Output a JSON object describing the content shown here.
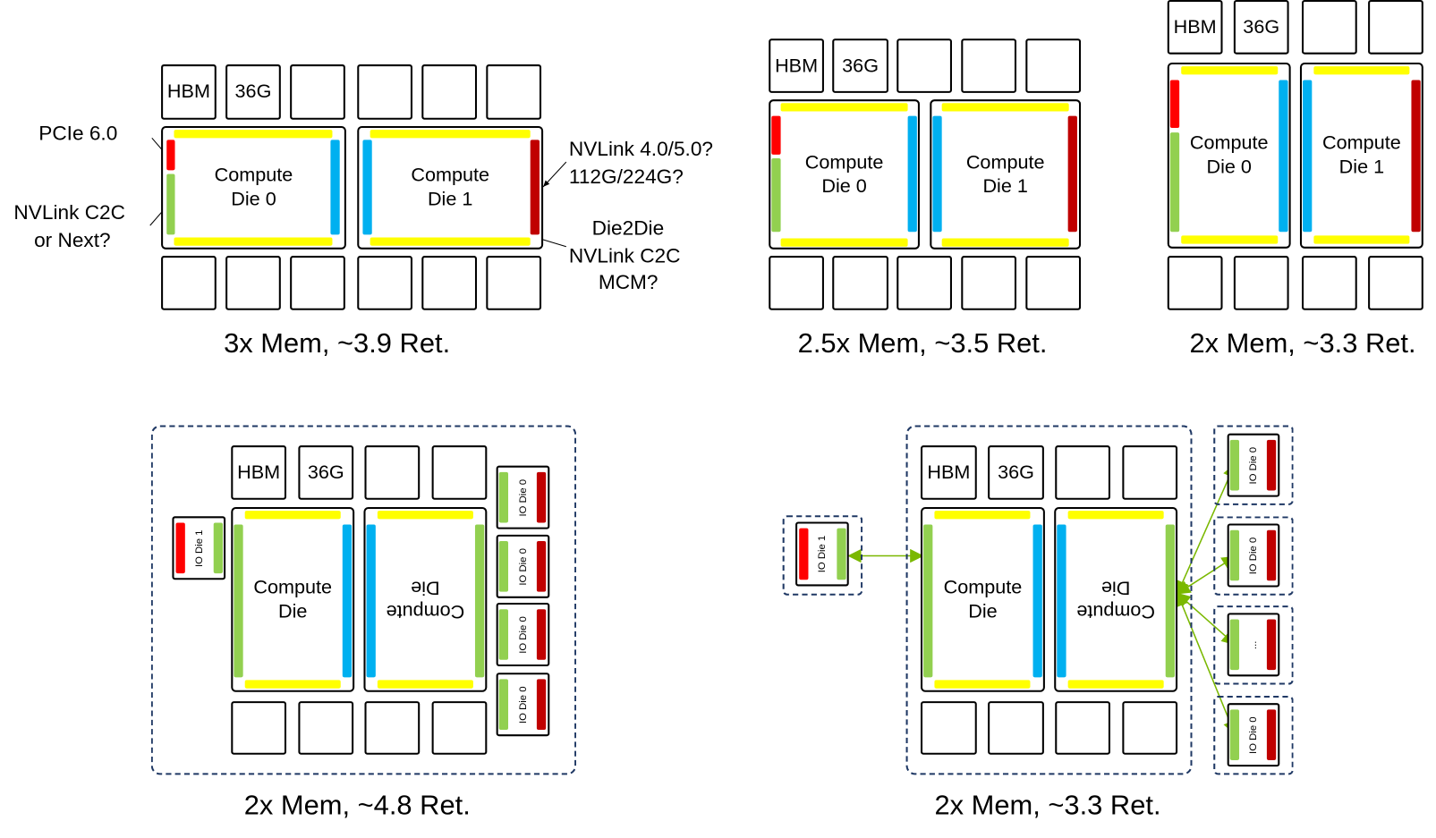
{
  "colors": {
    "yellow": "#FFFF00",
    "red": "#FF0000",
    "dark_red": "#C00000",
    "blue": "#00B0F0",
    "green": "#92D050",
    "arrow_green": "#7AB800",
    "dashed_outline": "#1F3864"
  },
  "memory": {
    "hbm_label": "HBM",
    "capacity_label": "36G"
  },
  "diagrams": [
    {
      "caption": "3x Mem, ~3.9 Ret.",
      "dies": [
        "Compute\nDie 0",
        "Compute\nDie 1"
      ]
    },
    {
      "caption": "2.5x Mem, ~3.5 Ret.",
      "dies": [
        "Compute\nDie 0",
        "Compute\nDie 1"
      ]
    },
    {
      "caption": "2x Mem, ~3.3 Ret.",
      "dies": [
        "Compute\nDie 0",
        "Compute\nDie 1"
      ]
    },
    {
      "caption": "2x Mem, ~4.8 Ret.",
      "dies": [
        "Compute\nDie",
        "Compute\nDie"
      ],
      "io_dies": [
        "IO Die 1",
        "IO Die 0",
        "IO Die 0",
        "IO Die 0",
        "IO Die 0"
      ]
    },
    {
      "caption": "2x Mem, ~3.3 Ret.",
      "dies": [
        "Compute\nDie",
        "Compute\nDie"
      ],
      "io_dies": [
        "IO Die 1",
        "IO Die 0",
        "IO Die 0",
        "...",
        "IO Die 0"
      ]
    }
  ],
  "annotations": {
    "pcie": "PCIe 6.0",
    "nvlink_c2c": [
      "NVLink C2C",
      "or Next?"
    ],
    "nvlink_next": [
      "NVLink 4.0/5.0?",
      "112G/224G?"
    ],
    "die2die": [
      "Die2Die",
      "NVLink C2C",
      "MCM?"
    ]
  }
}
